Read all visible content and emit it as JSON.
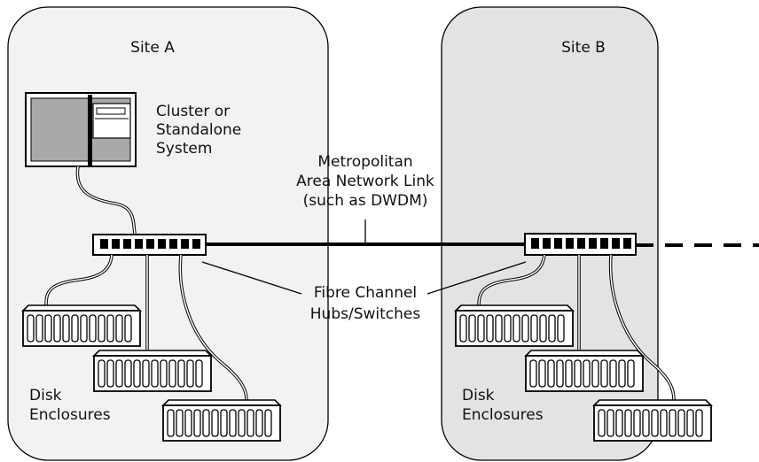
{
  "site_a": {
    "title": "Site A",
    "system_label": [
      "Cluster or",
      "Standalone",
      "System"
    ],
    "disk_label": [
      "Disk",
      "Enclosures"
    ],
    "fill": "#f2f2f2"
  },
  "site_b": {
    "title": "Site B",
    "disk_label": [
      "Disk",
      "Enclosures"
    ],
    "fill": "#e3e3e3"
  },
  "link_label": [
    "Metropolitan",
    "Area Network Link",
    "(such as DWDM)"
  ],
  "switch_label": [
    "Fibre Channel",
    "Hubs/Switches"
  ],
  "icons": {
    "computer": "server-computer-icon",
    "switch": "fibre-channel-switch-icon",
    "disk": "disk-enclosure-icon"
  }
}
